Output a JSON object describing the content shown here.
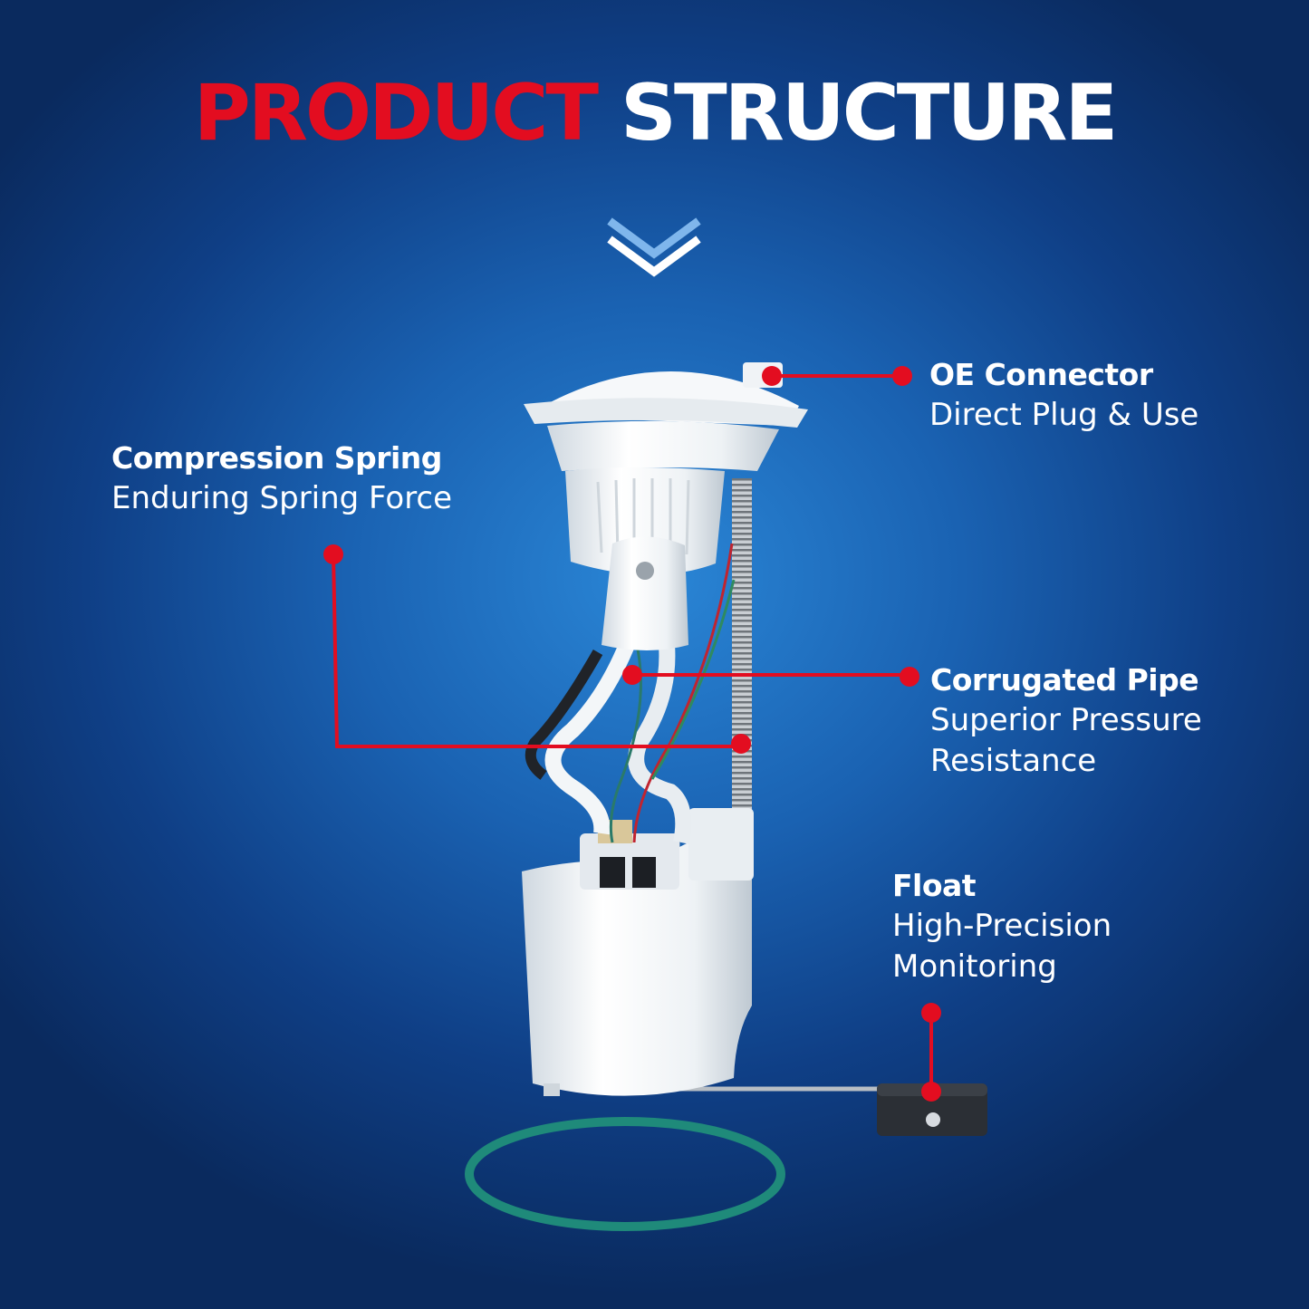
{
  "title": {
    "part1": "PRODUCT",
    "part2": "STRUCTURE"
  },
  "colors": {
    "accent_red": "#e30d20",
    "text": "#ffffff",
    "background": "#1a62b2"
  },
  "icons": {
    "scroll_down": "double-chevron-down-icon"
  },
  "callouts": {
    "oe_connector": {
      "head": "OE Connector",
      "lines": [
        "Direct Plug & Use"
      ]
    },
    "compression_spring": {
      "head": "Compression Spring",
      "lines": [
        "Enduring Spring Force"
      ]
    },
    "corrugated_pipe": {
      "head": "Corrugated Pipe",
      "lines": [
        "Superior Pressure",
        "Resistance"
      ]
    },
    "float": {
      "head": "Float",
      "lines": [
        "High-Precision",
        "Monitoring"
      ]
    }
  }
}
